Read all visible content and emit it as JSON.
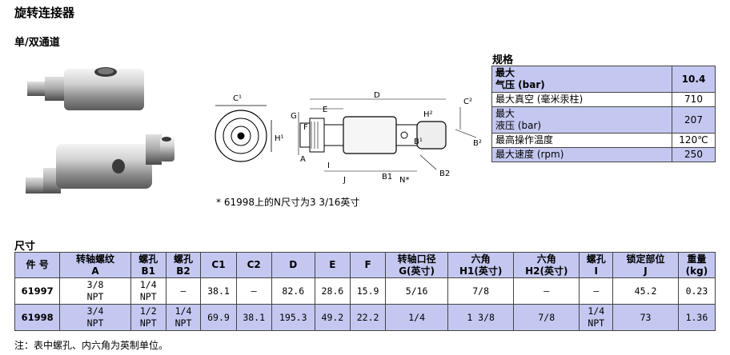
{
  "page_title": "旋转连接器",
  "subtitle": "单/双通道",
  "diagram": {
    "labels": [
      "C¹",
      "G",
      "E",
      "D",
      "H²",
      "C²",
      "H¹",
      "F",
      "B¹",
      "B²",
      "A",
      "I",
      "J",
      "B1",
      "N*",
      "B2"
    ]
  },
  "footnote": "* 61998上的N尺寸为3 3/16英寸",
  "spec": {
    "title": "规格",
    "rows": [
      {
        "label1": "最大",
        "label2": "气压 (bar)",
        "value": "10.4"
      },
      {
        "label1": "最大真空 (毫米汞柱)",
        "label2": "",
        "value": "710"
      },
      {
        "label1": "最大",
        "label2": "液压 (bar)",
        "value": "207"
      },
      {
        "label1": "最高操作温度",
        "label2": "",
        "value": "120℃"
      },
      {
        "label1": "最大速度 (rpm)",
        "label2": "",
        "value": "250"
      }
    ]
  },
  "dims": {
    "title": "尺寸",
    "headers": [
      {
        "l1": "件 号",
        "l2": ""
      },
      {
        "l1": "转轴螺纹",
        "l2": "A"
      },
      {
        "l1": "螺孔",
        "l2": "B1"
      },
      {
        "l1": "螺孔",
        "l2": "B2"
      },
      {
        "l1": "C1",
        "l2": ""
      },
      {
        "l1": "C2",
        "l2": ""
      },
      {
        "l1": "D",
        "l2": ""
      },
      {
        "l1": "E",
        "l2": ""
      },
      {
        "l1": "F",
        "l2": ""
      },
      {
        "l1": "转轴口径",
        "l2": "G(英寸)"
      },
      {
        "l1": "六角",
        "l2": "H1(英寸)"
      },
      {
        "l1": "六角",
        "l2": "H2(英寸)"
      },
      {
        "l1": "螺孔",
        "l2": "I"
      },
      {
        "l1": "锁定部位",
        "l2": "J"
      },
      {
        "l1": "重量",
        "l2": "(kg)"
      }
    ],
    "rows": [
      {
        "cells": [
          {
            "l1": "61997",
            "l2": ""
          },
          {
            "l1": "3/8",
            "l2": "NPT"
          },
          {
            "l1": "1/4",
            "l2": "NPT"
          },
          {
            "l1": "—",
            "l2": ""
          },
          {
            "l1": "38.1",
            "l2": ""
          },
          {
            "l1": "—",
            "l2": ""
          },
          {
            "l1": "82.6",
            "l2": ""
          },
          {
            "l1": "28.6",
            "l2": ""
          },
          {
            "l1": "15.9",
            "l2": ""
          },
          {
            "l1": "5/16",
            "l2": ""
          },
          {
            "l1": "7/8",
            "l2": ""
          },
          {
            "l1": "—",
            "l2": ""
          },
          {
            "l1": "—",
            "l2": ""
          },
          {
            "l1": "45.2",
            "l2": ""
          },
          {
            "l1": "0.23",
            "l2": ""
          }
        ]
      },
      {
        "cells": [
          {
            "l1": "61998",
            "l2": ""
          },
          {
            "l1": "3/4",
            "l2": "NPT"
          },
          {
            "l1": "1/2",
            "l2": "NPT"
          },
          {
            "l1": "1/4",
            "l2": "NPT"
          },
          {
            "l1": "69.9",
            "l2": ""
          },
          {
            "l1": "38.1",
            "l2": ""
          },
          {
            "l1": "195.3",
            "l2": ""
          },
          {
            "l1": "49.2",
            "l2": ""
          },
          {
            "l1": "22.2",
            "l2": ""
          },
          {
            "l1": "1/4",
            "l2": ""
          },
          {
            "l1": "1 3/8",
            "l2": ""
          },
          {
            "l1": "7/8",
            "l2": ""
          },
          {
            "l1": "1/4",
            "l2": "NPT"
          },
          {
            "l1": "73",
            "l2": ""
          },
          {
            "l1": "1.36",
            "l2": ""
          }
        ]
      }
    ]
  },
  "bottom_note": "注：表中螺孔、内六角为英制单位。"
}
